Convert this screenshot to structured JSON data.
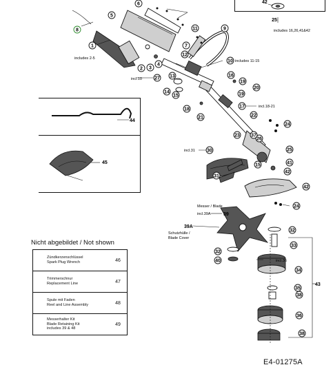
{
  "callouts": {
    "c1": "1",
    "c2": "2",
    "c3": "3",
    "c4": "4",
    "c5": "5",
    "c6": "6",
    "c7": "7",
    "c8": "8",
    "c9": "9",
    "c10": "10",
    "c11": "11",
    "c12": "12",
    "c13": "13",
    "c14": "14",
    "c15": "15",
    "c16": "16",
    "c17": "17",
    "c18": "18",
    "c19": "19",
    "c20": "20",
    "c21": "21",
    "c22": "22",
    "c23": "23",
    "c24a": "24",
    "c24b": "24",
    "c25a": "25",
    "c25b": "25",
    "c26": "26",
    "c27": "27",
    "c30": "30",
    "c31": "31",
    "c32a": "32",
    "c32b": "32",
    "c33": "33",
    "c34": "34",
    "c35": "35",
    "c36": "36",
    "c37": "37",
    "c38": "38",
    "c39": "39",
    "c39a": "39A",
    "c40": "40",
    "c41": "41",
    "c42a": "42",
    "c42b": "42",
    "c43": "43",
    "c44": "44",
    "c45": "45"
  },
  "notes": {
    "includes_2_5": "includes 2-5",
    "incl_10": "incl.10",
    "includes_11_15": "includes 11-15",
    "incl_18_21": "incl.18-21",
    "incl_31": "incl.31",
    "incl_36": "incl.36",
    "includes_16_26_41_42": "includes 16,26,41&42",
    "blade_de": "Messer / Blade",
    "blade_incl": "incl.39A",
    "blade_cover_de": "Schutzhülle /",
    "blade_cover_en": "Blade Cover"
  },
  "not_shown": {
    "title": "Nicht abgebildet / Not shown",
    "rows": [
      {
        "desc": "Zündkerzenschlüssel\nSpark Plug Wrench",
        "num": "46"
      },
      {
        "desc": "Trimmerschnur\nReplacement Line",
        "num": "47"
      },
      {
        "desc": "Spule mit Faden\nReel and Line Assembly",
        "num": "48"
      },
      {
        "desc": "Messerhalter Kit\nBlade Retaining Kit\nincludes 39 & 48",
        "num": "49"
      }
    ]
  },
  "drawing_id": "E4-01275A"
}
